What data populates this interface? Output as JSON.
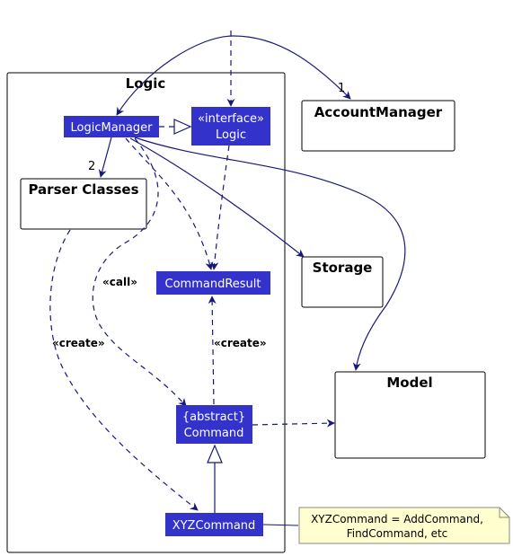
{
  "package_logic": {
    "title": "Logic"
  },
  "classes": {
    "logic_manager": {
      "label": "LogicManager"
    },
    "logic_interface": {
      "stereotype": "«interface»",
      "label": "Logic"
    },
    "command_result": {
      "label": "CommandResult"
    },
    "command": {
      "stereotype": "{abstract}",
      "label": "Command"
    },
    "xyz_command": {
      "label": "XYZCommand"
    }
  },
  "boxes": {
    "parser_classes": {
      "title": "Parser Classes"
    },
    "account_manager": {
      "title": "AccountManager"
    },
    "storage": {
      "title": "Storage"
    },
    "model": {
      "title": "Model"
    }
  },
  "edge_labels": {
    "call": "«call»",
    "create_parser": "«create»",
    "create_result": "«create»"
  },
  "multiplicities": {
    "account_manager": "1",
    "parser_classes": "2"
  },
  "note": {
    "line1": "XYZCommand = AddCommand,",
    "line2": "FindCommand, etc"
  },
  "colors": {
    "class_fill": "#3333cc",
    "edge": "#181878",
    "note_fill": "#fefece"
  }
}
